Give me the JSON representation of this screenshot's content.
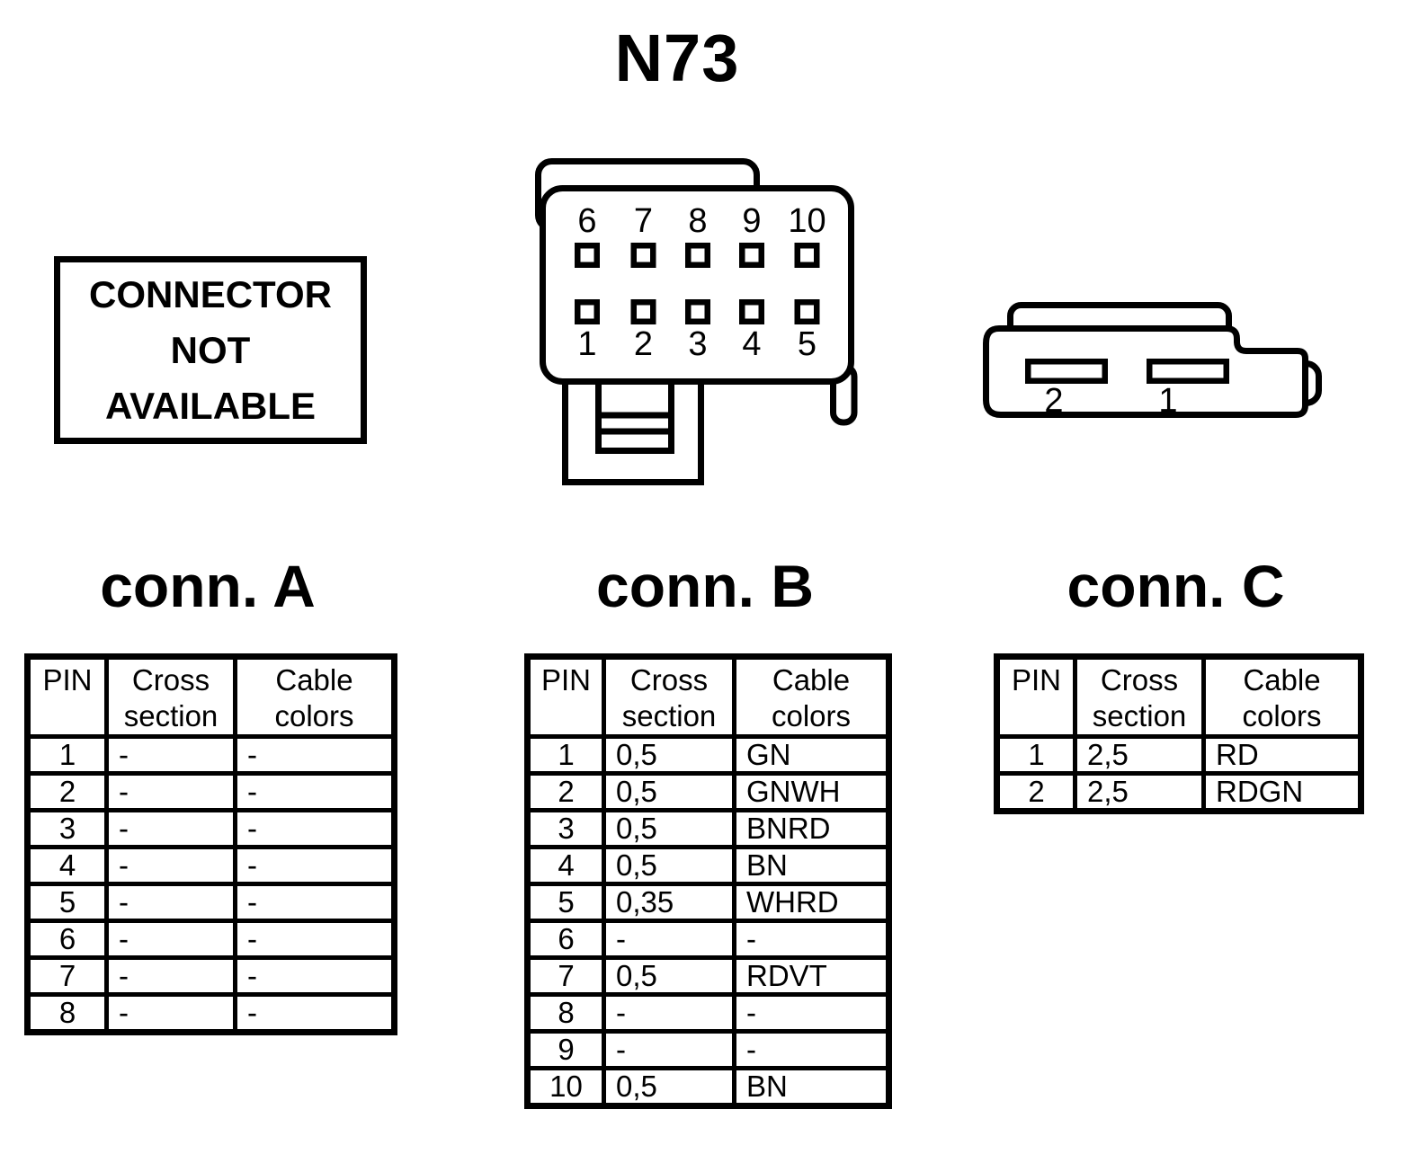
{
  "title": "N73",
  "placeholder_box": {
    "lines": [
      "CONNECTOR",
      "NOT",
      "AVAILABLE"
    ]
  },
  "connector_10pin": {
    "top_row_pins": [
      "6",
      "7",
      "8",
      "9",
      "10"
    ],
    "bottom_row_pins": [
      "1",
      "2",
      "3",
      "4",
      "5"
    ]
  },
  "connector_2pin": {
    "slot_labels": [
      "2",
      "1"
    ]
  },
  "tables": [
    {
      "title": "conn. A",
      "headers": [
        "PIN",
        "Cross section",
        "Cable colors"
      ],
      "rows": [
        [
          "1",
          "-",
          "-"
        ],
        [
          "2",
          "-",
          "-"
        ],
        [
          "3",
          "-",
          "-"
        ],
        [
          "4",
          "-",
          "-"
        ],
        [
          "5",
          "-",
          "-"
        ],
        [
          "6",
          "-",
          "-"
        ],
        [
          "7",
          "-",
          "-"
        ],
        [
          "8",
          "-",
          "-"
        ]
      ]
    },
    {
      "title": "conn. B",
      "headers": [
        "PIN",
        "Cross section",
        "Cable colors"
      ],
      "rows": [
        [
          "1",
          "0,5",
          "GN"
        ],
        [
          "2",
          "0,5",
          "GNWH"
        ],
        [
          "3",
          "0,5",
          "BNRD"
        ],
        [
          "4",
          "0,5",
          "BN"
        ],
        [
          "5",
          "0,35",
          "WHRD"
        ],
        [
          "6",
          "-",
          "-"
        ],
        [
          "7",
          "0,5",
          "RDVT"
        ],
        [
          "8",
          "-",
          "-"
        ],
        [
          "9",
          "-",
          "-"
        ],
        [
          "10",
          "0,5",
          "BN"
        ]
      ]
    },
    {
      "title": "conn. C",
      "headers": [
        "PIN",
        "Cross section",
        "Cable colors"
      ],
      "rows": [
        [
          "1",
          "2,5",
          "RD"
        ],
        [
          "2",
          "2,5",
          "RDGN"
        ]
      ]
    }
  ],
  "colors": {
    "ink": "#000000",
    "paper": "#ffffff"
  }
}
